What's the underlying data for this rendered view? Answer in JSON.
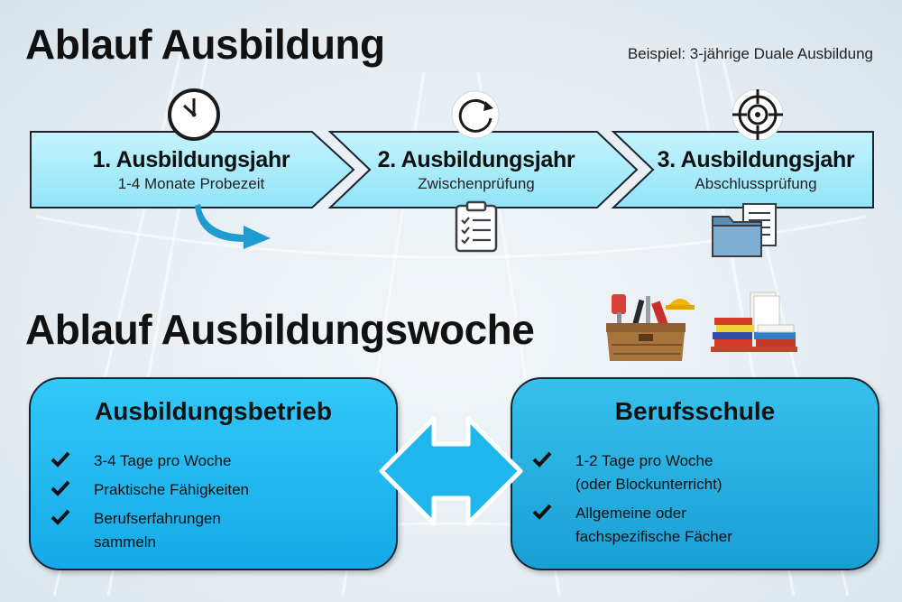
{
  "header": {
    "title": "Ablauf Ausbildung",
    "example_note": "Beispiel: 3-jährige Duale Ausbildung"
  },
  "timeline": {
    "steps": [
      {
        "title": "1. Ausbildungsjahr",
        "subtitle": "1-4 Monate Probezeit",
        "icon": "clock-icon"
      },
      {
        "title": "2. Ausbildungsjahr",
        "subtitle": "Zwischenprüfung",
        "icon": "refresh-icon"
      },
      {
        "title": "3. Ausbildungsjahr",
        "subtitle": "Abschlussprüfung",
        "icon": "target-icon"
      }
    ],
    "colors": {
      "band": "#a9ecfb",
      "arrow_accent": "#1e9cd0"
    }
  },
  "week": {
    "title": "Ablauf Ausbildungswoche",
    "left": {
      "title": "Ausbildungsbetrieb",
      "items": [
        "3-4 Tage pro Woche",
        "Praktische Fähigkeiten",
        "Berufserfahrungen",
        "sammeln"
      ]
    },
    "right": {
      "title": "Berufsschule",
      "items": [
        "1-2 Tage pro Woche",
        "(oder Blockunterricht)",
        "Allgemeine oder",
        "fachspezifische Fächer"
      ]
    },
    "colors": {
      "left_box": "#22b8f0",
      "right_box": "#28aedf",
      "connector": "#1fb6ee"
    }
  }
}
